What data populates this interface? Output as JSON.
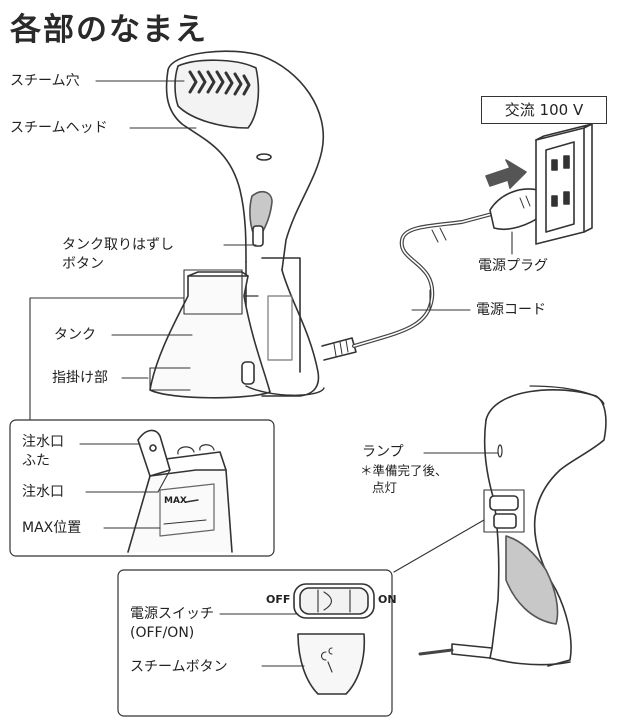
{
  "title": "各部のなまえ",
  "labels": {
    "steam_hole": "スチーム穴",
    "steam_head": "スチームヘッド",
    "tank_release_1": "タンク取りはずし",
    "tank_release_2": "ボタン",
    "tank": "タンク",
    "finger_grip": "指掛け部",
    "power_plug": "電源プラグ",
    "power_cord": "電源コード",
    "voltage": "交流 100 V",
    "inlet_cap_1": "注水口",
    "inlet_cap_2": "ふた",
    "inlet": "注水口",
    "max_position": "MAX位置",
    "max_mark": "MAX",
    "lamp": "ランプ",
    "lamp_note_1": "＊準備完了後、",
    "lamp_note_2": "点灯",
    "power_switch_1": "電源スイッチ",
    "power_switch_2": "(OFF/ON)",
    "switch_off": "OFF",
    "switch_on": "ON",
    "steam_button": "スチームボタン"
  }
}
